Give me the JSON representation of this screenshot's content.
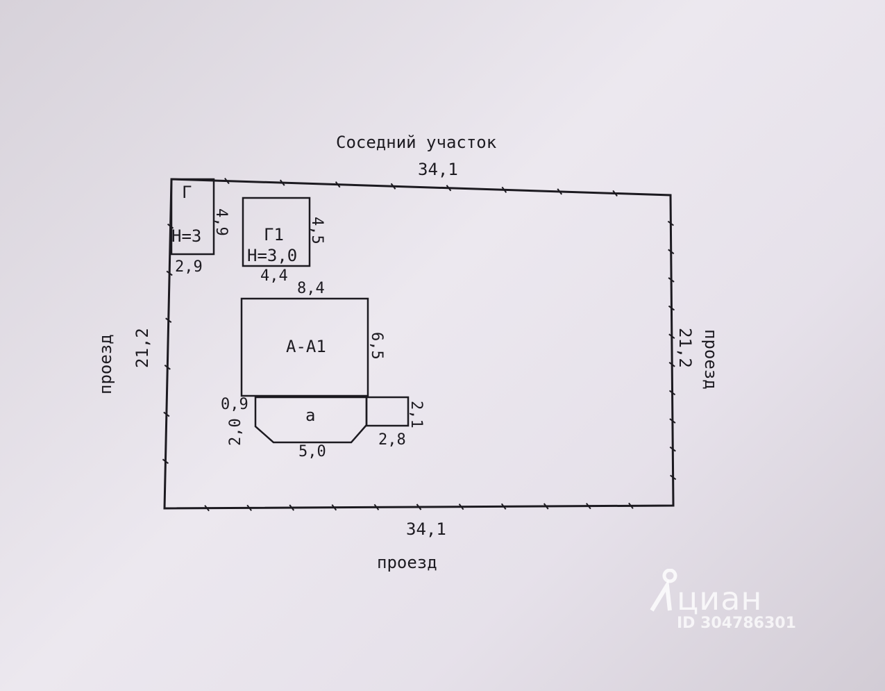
{
  "labels": {
    "top_neighbor": "Соседний участок",
    "side_left": "проезд",
    "side_right": "проезд",
    "bottom_road": "проезд",
    "dim_top": "34,1",
    "dim_bottom": "34,1",
    "dim_left": "21,2",
    "dim_right": "21,2"
  },
  "buildings": {
    "g": {
      "name": "Г",
      "height": "Н=3",
      "dim_side": "4,9",
      "dim_bottom": "2,9"
    },
    "g1": {
      "name": "Г1",
      "height": "Н=3,0",
      "dim_side": "4,5",
      "dim_bottom": "4,4"
    },
    "house": {
      "name": "А-А1",
      "dim_top": "8,4",
      "dim_side": "6,5"
    },
    "porch": {
      "name": "а",
      "dim_left_top": "0,9",
      "dim_left": "2,0",
      "dim_bottom": "5,0"
    },
    "annex": {
      "dim_side": "2,1",
      "dim_bottom": "2,8"
    }
  },
  "watermark": {
    "brand": "циан",
    "id": "ID 304786301",
    "icon": "cian-logo-icon"
  },
  "colors": {
    "ink": "#1c1a20",
    "paper": "#e6e1ea",
    "watermark": "#ffffff"
  }
}
